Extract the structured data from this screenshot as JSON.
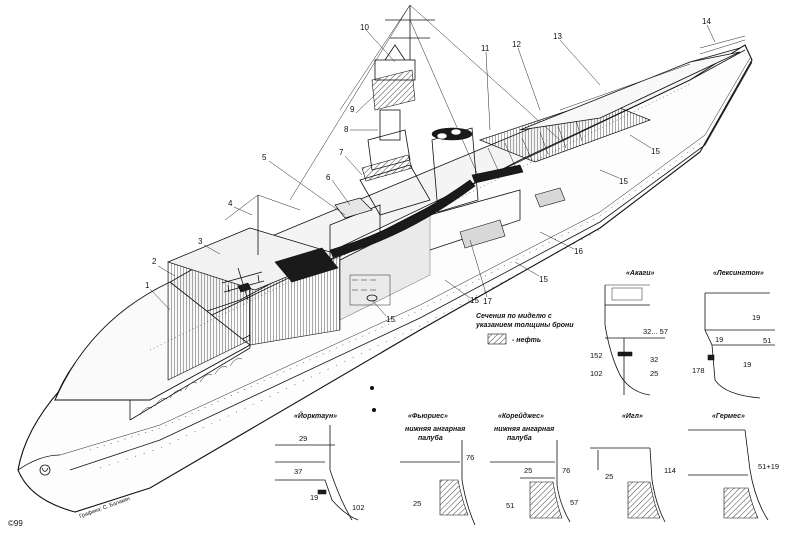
{
  "callouts": [
    "1",
    "2",
    "3",
    "4",
    "5",
    "6",
    "7",
    "8",
    "9",
    "10",
    "11",
    "12",
    "13",
    "14",
    "15",
    "15",
    "15",
    "15",
    "15",
    "16",
    "17"
  ],
  "legend": {
    "title_line1": "Сечения по миделю с",
    "title_line2": "указанием толщины брони",
    "fuel_label": "- нефть"
  },
  "sections": {
    "akagi": {
      "title": "«Акаги»",
      "values": [
        "32... 57",
        "32",
        "152",
        "25",
        "102"
      ]
    },
    "lexington": {
      "title": "«Лексингтон»",
      "values": [
        "19",
        "51",
        "19",
        "178",
        "19"
      ]
    },
    "yorktown": {
      "title": "«Йорктаун»",
      "values": [
        "29",
        "37",
        "19",
        "102"
      ]
    },
    "furious": {
      "title": "«Фьюриес»",
      "deck_line1": "нижняя ангарная",
      "deck_line2": "палуба",
      "values": [
        "76",
        "25"
      ]
    },
    "courageous": {
      "title": "«Корейджес»",
      "deck_line1": "нижняя ангарная",
      "deck_line2": "палуба",
      "values": [
        "25",
        "76",
        "51",
        "57"
      ]
    },
    "eagle": {
      "title": "«Игл»",
      "values": [
        "114",
        "25"
      ]
    },
    "hermes": {
      "title": "«Гермес»",
      "values": [
        "51+19"
      ]
    }
  },
  "credit": "Графика: С. Балакин",
  "page_number": "©99"
}
